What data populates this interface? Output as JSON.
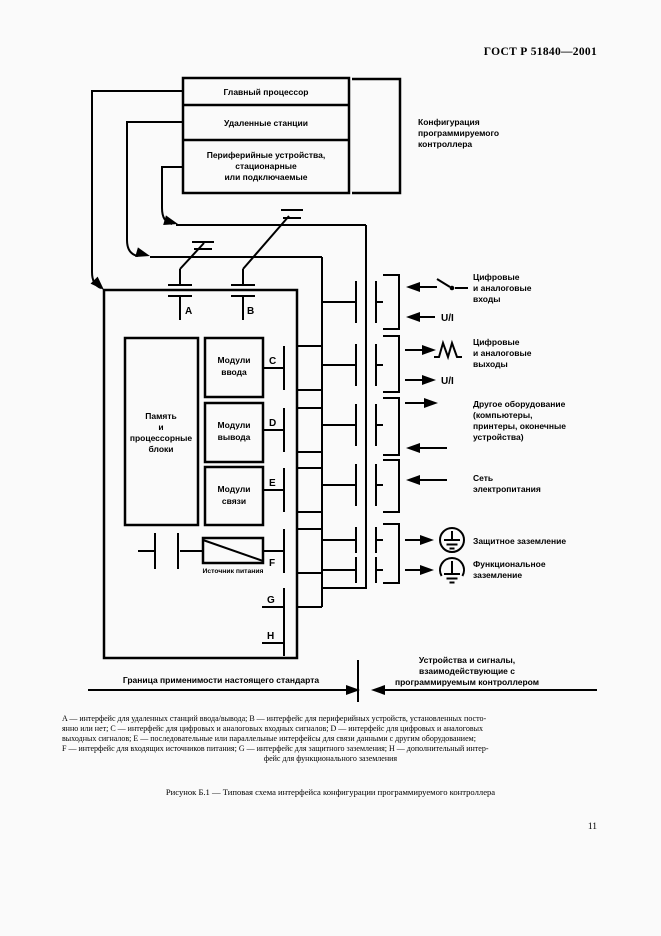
{
  "header": "ГОСТ Р 51840—2001",
  "page_number": "11",
  "diagram": {
    "top": {
      "box1": "Главный процессор",
      "box2": "Удаленные станции",
      "box3": [
        "Периферийные устройства,",
        "стационарные",
        "или подключаемые"
      ],
      "bracket": [
        "Конфигурация",
        "программируемого",
        "контроллера"
      ]
    },
    "ctrl": {
      "memory": [
        "Память",
        "и",
        "процессорные",
        "блоки"
      ],
      "mod_in": [
        "Модули",
        "ввода"
      ],
      "mod_out": [
        "Модули",
        "вывода"
      ],
      "mod_comm": [
        "Модули",
        "связи"
      ],
      "psu": "Источник питания",
      "ports": {
        "a": "A",
        "b": "B",
        "c": "C",
        "d": "D",
        "e": "E",
        "f": "F",
        "g": "G",
        "h": "H"
      }
    },
    "right": {
      "din": [
        "Цифровые",
        "и аналоговые",
        "входы"
      ],
      "ui1": "U/I",
      "dout": [
        "Цифровые",
        "и аналоговые",
        "выходы"
      ],
      "ui2": "U/I",
      "other": [
        "Другое оборудование",
        "(компьютеры,",
        "принтеры, оконечные",
        "устройства)"
      ],
      "net": [
        "Сеть",
        "электропитания"
      ],
      "pe": "Защитное заземление",
      "fe": [
        "Функциональное",
        "заземление"
      ]
    },
    "bottom": {
      "left": "Граница применимости настоящего стандарта",
      "right": [
        "Устройства и сигналы,",
        "взаимодействующие с",
        "программируемым контроллером"
      ]
    }
  },
  "legend_lines": [
    "A — интерфейс для удаленных станций ввода/вывода; B — интерфейс для периферийных устройств, установленных посто-",
    "янно или нет; C — интерфейс для цифровых и аналоговых входных сигналов; D — интерфейс для цифровых и аналоговых",
    "выходных сигналов;  E — последовательные или параллельные интерфейсы для связи данными с другим оборудованием;",
    "F — интерфейс для входящих источников питания; G — интерфейс для защитного заземления; H — дополнительный интер-",
    "фейс для функционального заземления"
  ],
  "caption": "Рисунок Б.1 — Типовая схема интерфейса конфигурации программируемого контроллера",
  "colors": {
    "ink": "#000000",
    "paper": "#fafafa"
  }
}
